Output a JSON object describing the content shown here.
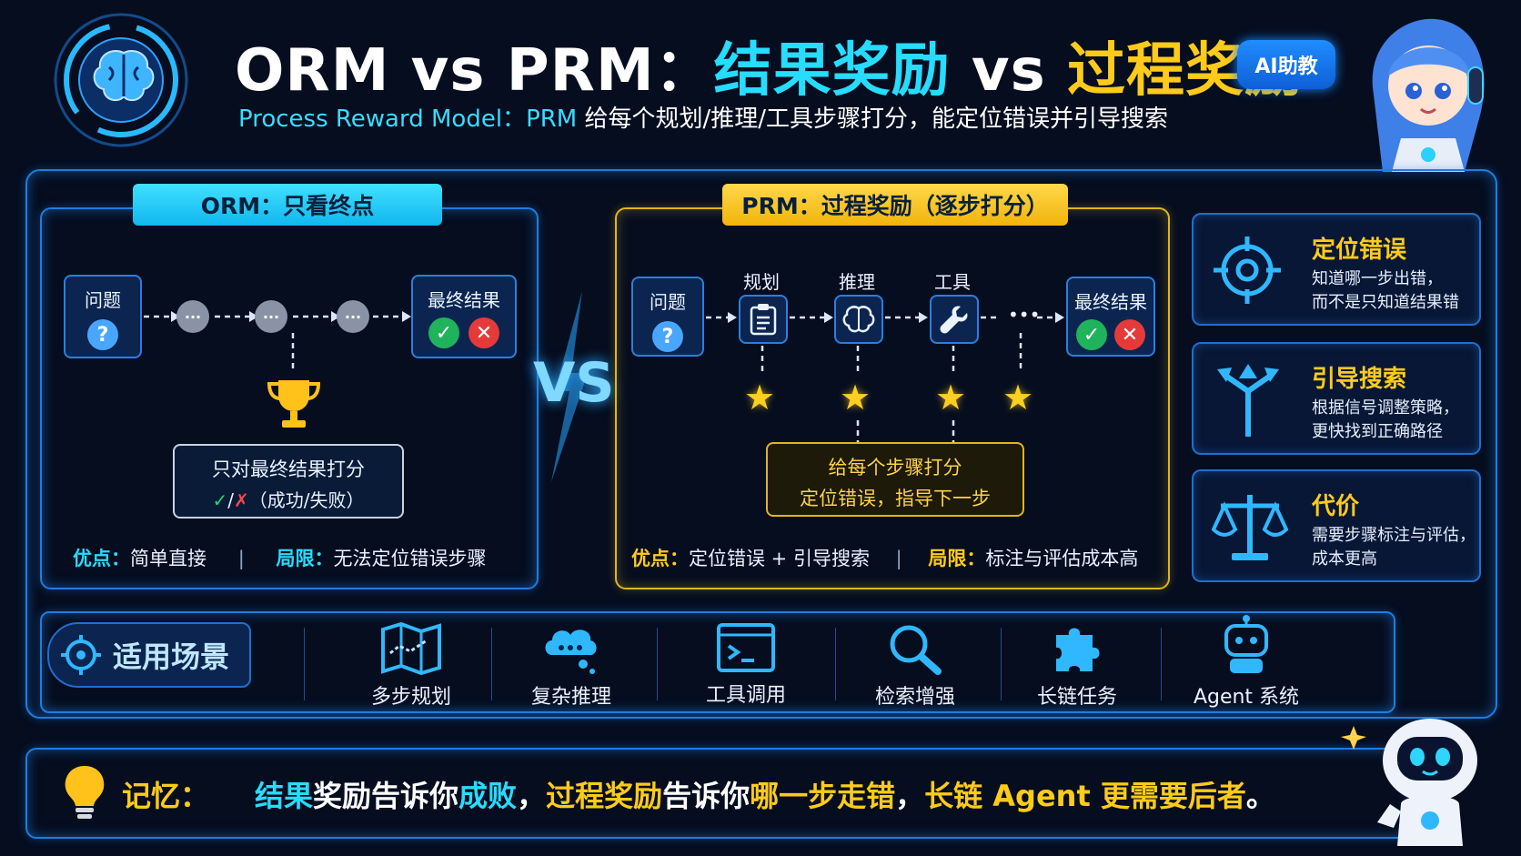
{
  "colors": {
    "cyan": "#26dcff",
    "yellow": "#ffcb1a",
    "blue_border": "#1f7de0",
    "bg": "#050d1f"
  },
  "header": {
    "title_prefix": "ORM vs PRM：",
    "title_orm": "结果奖励",
    "title_vs": " vs ",
    "title_prm": "过程奖励",
    "subtitle_model": "Process Reward Model：",
    "subtitle_prm": "PRM",
    "subtitle_rest": " 给每个规划/推理/工具步骤打分，能定位错误并引导搜索",
    "badge": "AI助教",
    "brain_icon": "brain-icon"
  },
  "orm": {
    "pill": "ORM：只看终点",
    "question": "问题",
    "question_mark": "?",
    "dots": [
      "···",
      "···",
      "···"
    ],
    "final": "最终结果",
    "check": "✓",
    "cross": "✕",
    "score_line1": "只对最终结果打分",
    "score_check": "✓",
    "score_slash": "/",
    "score_cross": "✗",
    "score_line2": "（成功/失败）",
    "pro_label": "优点：",
    "pro": "简单直接",
    "divider": "|",
    "con_label": "局限：",
    "con": "无法定位错误步骤",
    "trophy_icon": "trophy-icon"
  },
  "vs": "VS",
  "prm": {
    "pill": "PRM：过程奖励（逐步打分）",
    "question": "问题",
    "question_mark": "?",
    "steps": [
      "规划",
      "推理",
      "工具"
    ],
    "ellipsis": "•••",
    "final": "最终结果",
    "check": "✓",
    "cross": "✕",
    "stars": [
      "★",
      "★",
      "★",
      "★"
    ],
    "score_line1": "给每个步骤打分",
    "score_line2": "定位错误，指导下一步",
    "pro_label": "优点：",
    "pro": "定位错误 + 引导搜索",
    "divider": "|",
    "con_label": "局限：",
    "con": "标注与评估成本高"
  },
  "side": [
    {
      "title": "定位错误",
      "line1": "知道哪一步出错，",
      "line2": "而不是只知道结果错",
      "icon": "target-icon"
    },
    {
      "title": "引导搜索",
      "line1": "根据信号调整策略，",
      "line2": "更快找到正确路径",
      "icon": "branch-arrows-icon"
    },
    {
      "title": "代价",
      "line1": "需要步骤标注与评估，",
      "line2": "成本更高",
      "icon": "balance-scale-icon"
    }
  ],
  "scenarios": {
    "label": "适用场景",
    "items": [
      {
        "label": "多步规划",
        "icon": "map-icon"
      },
      {
        "label": "复杂推理",
        "icon": "thought-bubble-icon"
      },
      {
        "label": "工具调用",
        "icon": "terminal-icon"
      },
      {
        "label": "检索增强",
        "icon": "magnifier-icon"
      },
      {
        "label": "长链任务",
        "icon": "puzzle-icon"
      },
      {
        "label": "Agent 系统",
        "icon": "robot-icon"
      }
    ]
  },
  "memo": {
    "label": "记忆：",
    "p1": "结果",
    "p2": "奖励告诉你",
    "p3": "成败",
    "p4": "，",
    "p5": "过程奖励",
    "p6": "告诉你",
    "p7": "哪一步走错",
    "p8": "，",
    "p9": "长链 Agent 更需要后者",
    "p10": "。",
    "icon": "lightbulb-icon"
  }
}
